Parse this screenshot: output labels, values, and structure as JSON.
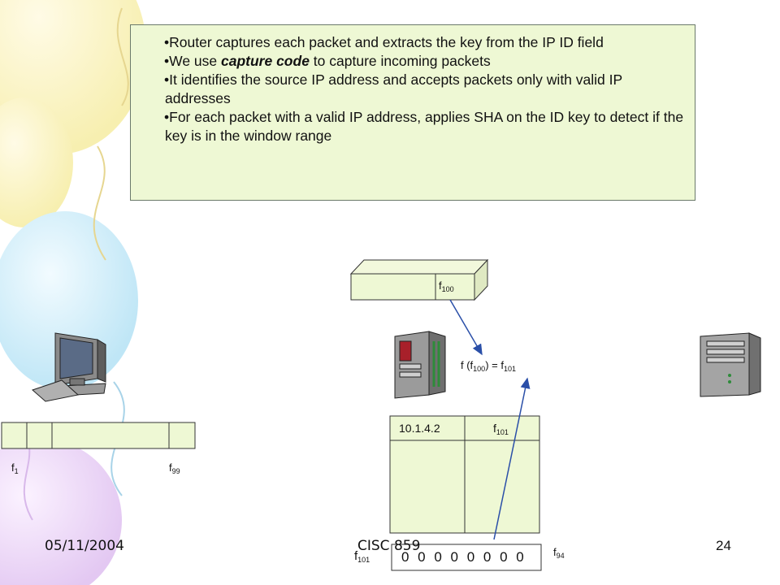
{
  "slide": {
    "bullets": [
      {
        "before": "•Router captures each packet and extracts the key from the IP ID field",
        "emph": "",
        "after": ""
      },
      {
        "before": "•We use ",
        "emph": "capture code",
        "after": " to capture incoming packets"
      },
      {
        "before": "•It identifies the source IP address and accepts packets only with valid IP addresses",
        "emph": "",
        "after": ""
      },
      {
        "before": "•For each packet with a valid IP address, applies SHA on the ID key to detect if the key is in the window range",
        "emph": "",
        "after": ""
      }
    ]
  },
  "diagram": {
    "packet_label": {
      "base": "f",
      "sub": "100"
    },
    "formula": {
      "p1": "f (f",
      "s1": "100",
      "p2": ") = f",
      "s2": "101"
    },
    "table_ip": "10.1.4.2",
    "table_key": {
      "base": "f",
      "sub": "101"
    },
    "chain_left": {
      "base": "f",
      "sub": "1"
    },
    "chain_right": {
      "base": "f",
      "sub": "99"
    },
    "window_left": {
      "base": "f",
      "sub": "101"
    },
    "window_bits": "0 0 0 0 0 0 0 0",
    "window_right": {
      "base": "f",
      "sub": "94"
    }
  },
  "footer": {
    "date": "05/11/2004",
    "course": "CISC 859",
    "page": "24"
  },
  "colors": {
    "box_fill": "#eef8d4",
    "arrow": "#2a4fa8"
  }
}
